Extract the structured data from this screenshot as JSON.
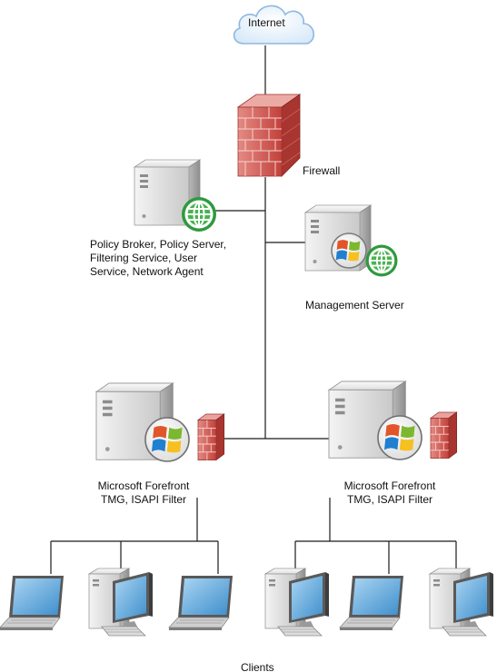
{
  "nodes": {
    "internet": {
      "label": "Internet",
      "icon": "cloud-icon"
    },
    "firewall": {
      "label": "Firewall",
      "icon": "firewall-icon"
    },
    "policy_server": {
      "label_lines": [
        "Policy Broker, Policy Server,",
        "Filtering Service, User",
        "Service, Network Agent"
      ],
      "icon": "server-globe-icon"
    },
    "management_server": {
      "label": "Management Server",
      "icon": "server-windows-globe-icon"
    },
    "tmg_left": {
      "label_lines": [
        "Microsoft Forefront",
        "TMG, ISAPI Filter"
      ],
      "icon": "server-windows-firewall-icon"
    },
    "tmg_right": {
      "label_lines": [
        "Microsoft Forefront",
        "TMG, ISAPI Filter"
      ],
      "icon": "server-windows-firewall-icon"
    }
  },
  "clients": {
    "label": "Clients",
    "devices": [
      "laptop",
      "desktop",
      "laptop",
      "desktop",
      "laptop",
      "desktop"
    ]
  },
  "colors": {
    "line": "#1a1a1a",
    "cloud_fill": "#e6f1fb",
    "cloud_stroke": "#8db8df",
    "brick": "#c94a45",
    "brick_light": "#e48a84",
    "server_body": "#d9d9d9",
    "globe": "#2e9a3d",
    "screen": "#4f9fd8"
  }
}
